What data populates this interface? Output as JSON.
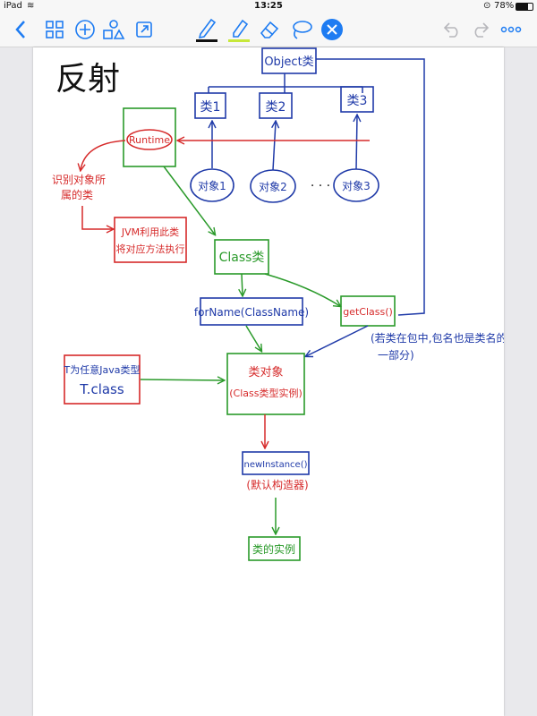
{
  "status": {
    "device": "iPad",
    "time": "13:25",
    "battery": "78%"
  },
  "colors": {
    "accent": "#1e7cf2",
    "blue": "#1f3aa8",
    "red": "#d62a2a",
    "green": "#2a9a2a",
    "ink": "#111111"
  },
  "toolbar": {
    "left": [
      "back-icon",
      "grid-icon",
      "add-icon",
      "shapes-icon",
      "share-icon"
    ],
    "center": [
      "pen-icon",
      "highlighter-icon",
      "eraser-icon",
      "lasso-icon",
      "close-icon"
    ],
    "right": [
      "undo-icon",
      "redo-icon",
      "more-icon"
    ]
  },
  "note": {
    "title": "反射",
    "object_box": "Object类",
    "class1": "类1",
    "class2": "类2",
    "class3": "类3",
    "obj1": "对象1",
    "obj2": "对象2",
    "obj_dots": "· · ·",
    "obj3": "对象3",
    "runtime": "Runtime",
    "runtime_note_line1": "识别对象所",
    "runtime_note_line2": "属的类",
    "jvm_note_line1": "JVM利用此类",
    "jvm_note_line2": "将对应方法执行",
    "class_type": "Class类",
    "forname": "forName(ClassName)",
    "getclass": "getClass()",
    "pkg_note_line1": "(若类在包中,包名也是类名的",
    "pkg_note_line2": "一部分)",
    "tclass_line1": "T为任意Java类型",
    "tclass_line2": "T.class",
    "class_object_line1": "类对象",
    "class_object_line2": "(Class类型实例)",
    "newinstance": "newInstance()",
    "newinstance_note": "(默认构造器)",
    "instance": "类的实例"
  }
}
